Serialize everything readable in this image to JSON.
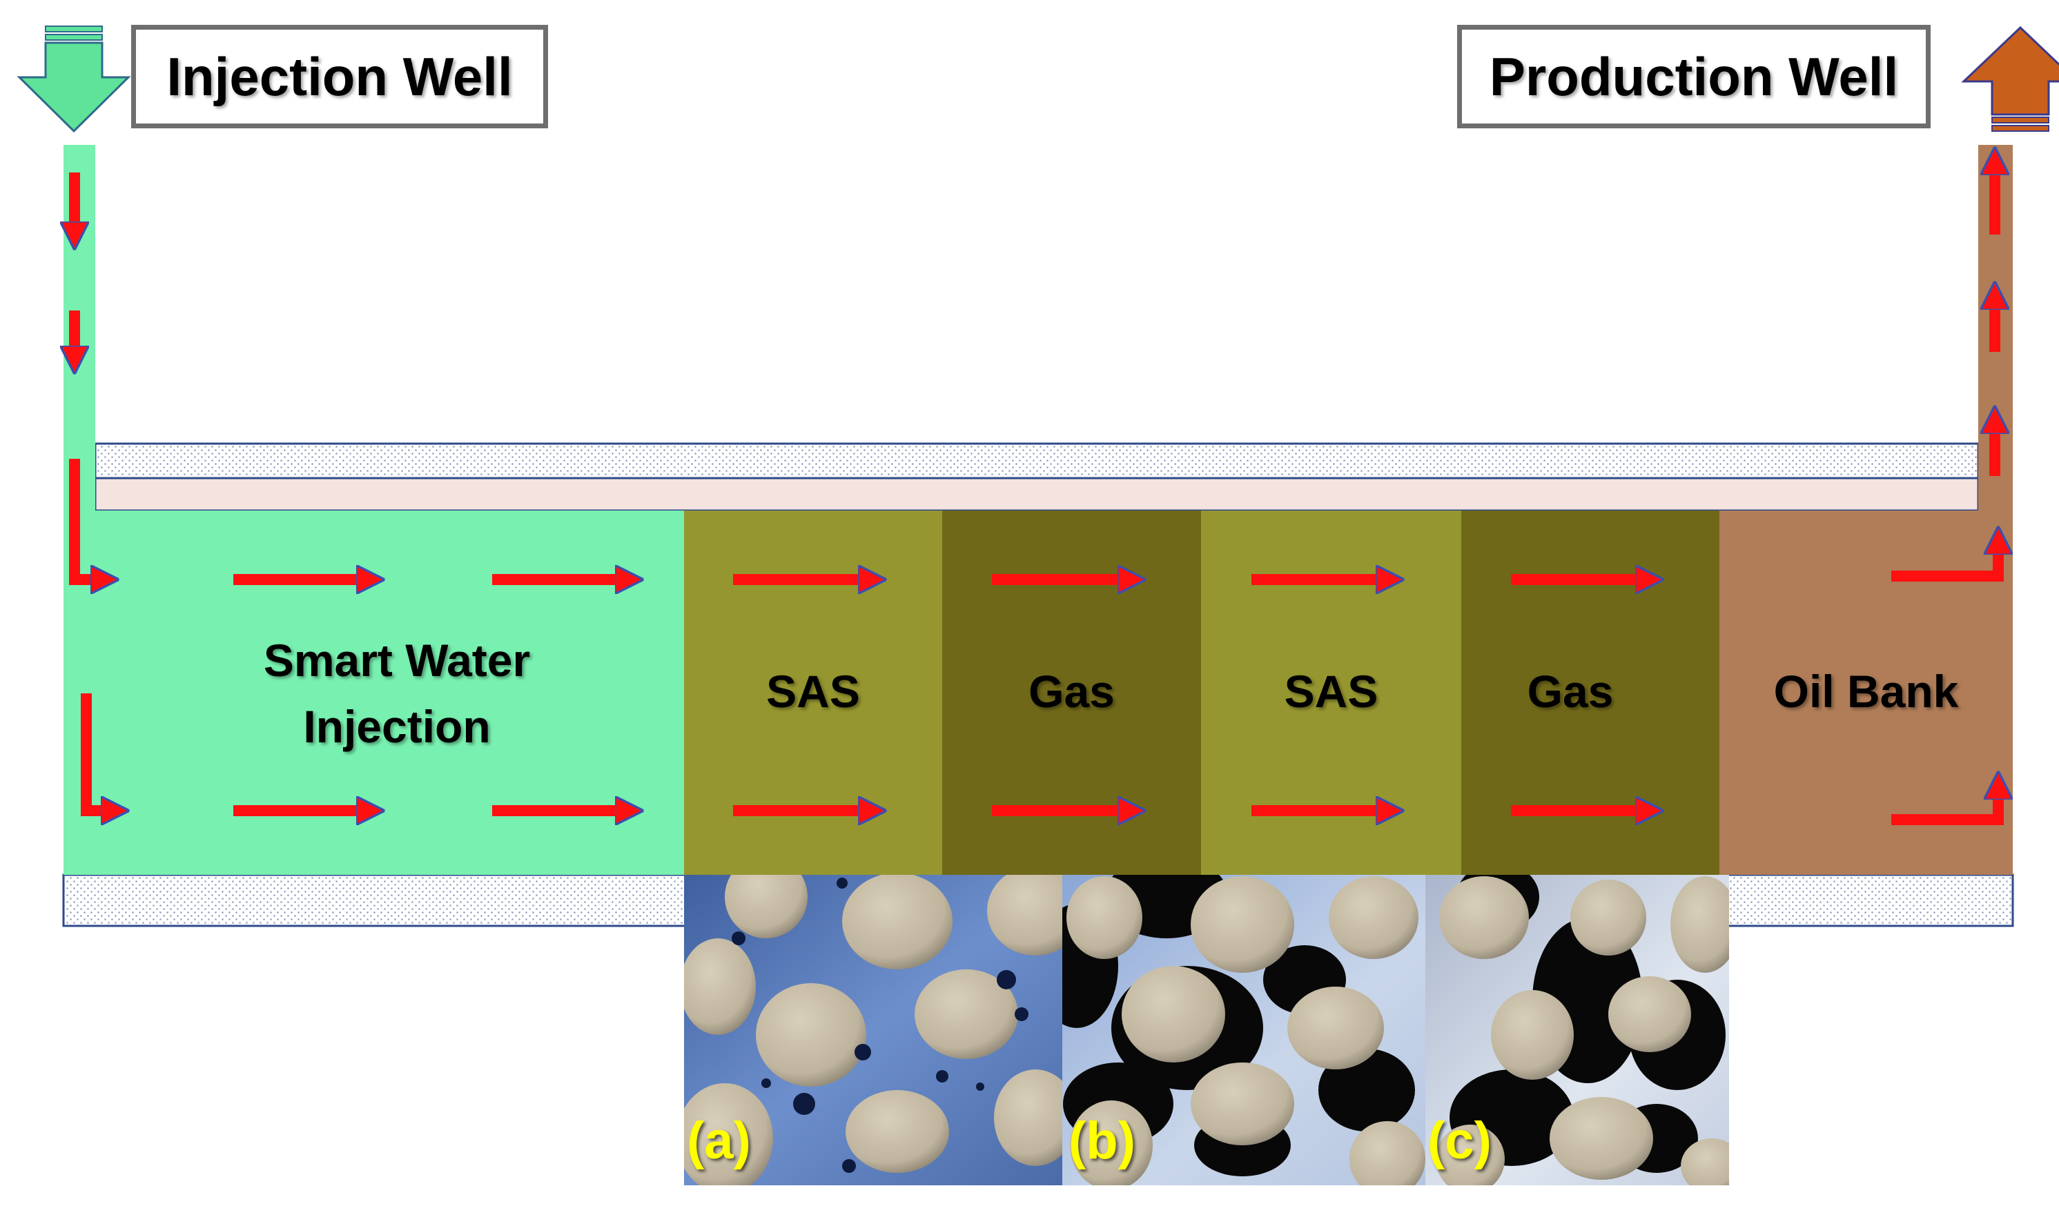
{
  "wells": {
    "injection_label": "Injection Well",
    "production_label": "Production Well"
  },
  "zones": [
    {
      "key": "smart_water",
      "line1": "Smart Water",
      "line2": "Injection",
      "color": "#78f0b0"
    },
    {
      "key": "sas_1",
      "line1": "SAS",
      "color": "#95962f"
    },
    {
      "key": "gas_1",
      "line1": "Gas",
      "color": "#706819"
    },
    {
      "key": "sas_2",
      "line1": "SAS",
      "color": "#95962f"
    },
    {
      "key": "gas_2",
      "line1": "Gas",
      "color": "#706819"
    },
    {
      "key": "oil_bank",
      "line1": "Oil Bank",
      "color": "#b07d58"
    }
  ],
  "micrographs": [
    {
      "label": "(a)"
    },
    {
      "label": "(b)"
    },
    {
      "label": "(c)"
    }
  ],
  "colors": {
    "injection_arrow": "#5fe39a",
    "production_arrow": "#c8601c",
    "flow_arrow": "#ff1010",
    "caprock": "#f4e3df",
    "outline": "#2e4a8a"
  }
}
